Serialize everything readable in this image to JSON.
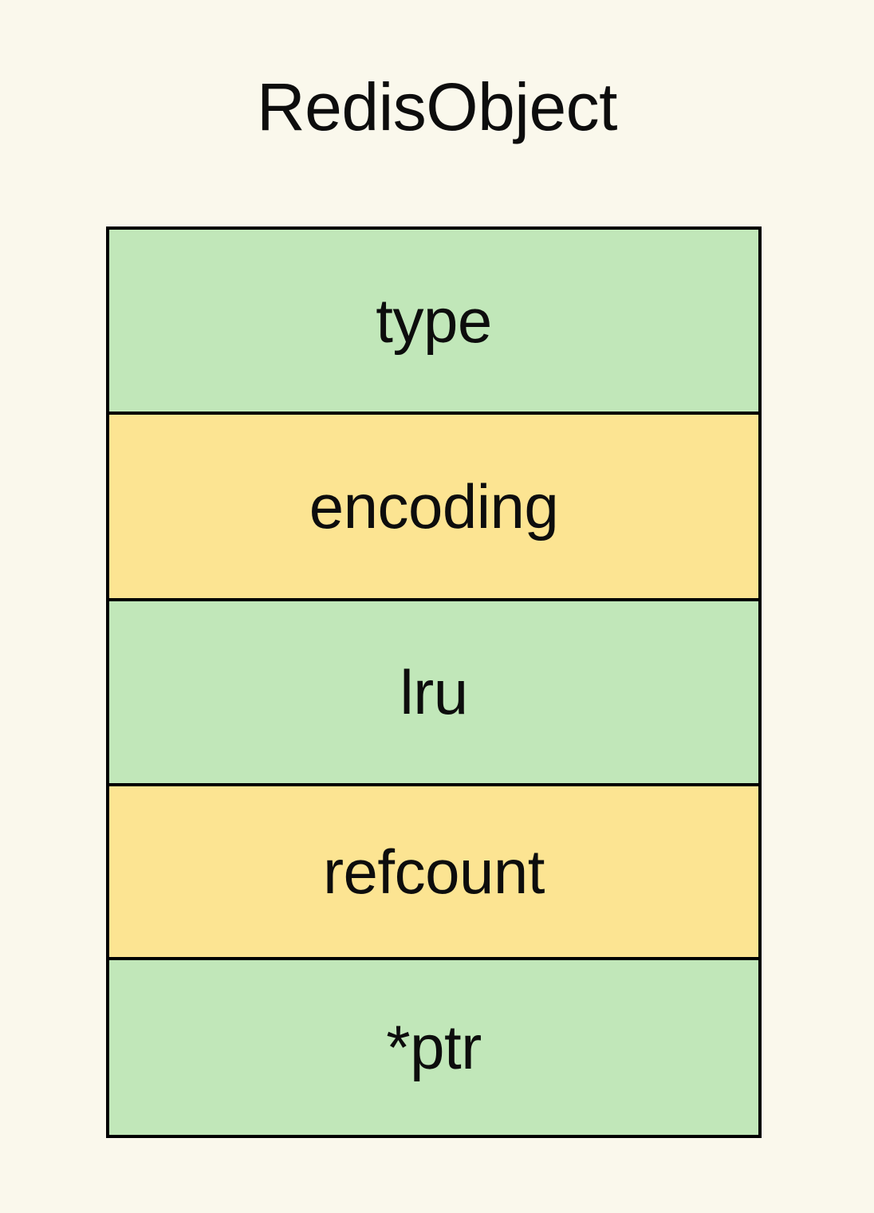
{
  "diagram": {
    "title": "RedisObject",
    "background_color": "#faf8ec",
    "border_color": "#000000",
    "text_color": "#0d0d0d",
    "green_color": "#c1e7b9",
    "yellow_color": "#fce492",
    "fields": [
      {
        "label": "type",
        "fill": "#c1e7b9",
        "color_name": "green"
      },
      {
        "label": "encoding",
        "fill": "#fce492",
        "color_name": "yellow"
      },
      {
        "label": "lru",
        "fill": "#c1e7b9",
        "color_name": "green"
      },
      {
        "label": "refcount",
        "fill": "#fce492",
        "color_name": "yellow"
      },
      {
        "label": "*ptr",
        "fill": "#c1e7b9",
        "color_name": "green"
      }
    ]
  }
}
